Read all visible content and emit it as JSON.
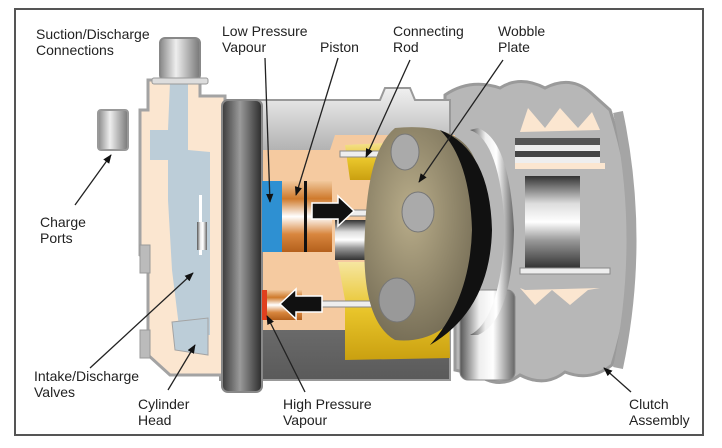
{
  "figure": {
    "title": "A/C Compressor Cutaway",
    "colors": {
      "border": "#555555",
      "housing_gray": "#b3b3b3",
      "housing_outline": "#9a9a9a",
      "casting_peach": "#f5caa0",
      "casting_light": "#fbe6d0",
      "refrigerant_blue_gray": "#bccdd8",
      "low_pressure_blue": "#2e90d2",
      "high_pressure_red": "#e0401e",
      "piston_copper": "#d8863e",
      "oil_yellow": "#e8c42a",
      "arrow_black": "#111111"
    },
    "labels": {
      "suction_discharge": [
        "Suction/Discharge",
        "Connections"
      ],
      "low_pressure": [
        "Low Pressure",
        "Vapour"
      ],
      "piston": [
        "Piston"
      ],
      "connecting_rod": [
        "Connecting",
        "Rod"
      ],
      "wobble_plate": [
        "Wobble",
        "Plate"
      ],
      "charge_ports": [
        "Charge",
        "Ports"
      ],
      "intake_discharge": [
        "Intake/Discharge",
        "Valves"
      ],
      "cylinder_head": [
        "Cylinder",
        "Head"
      ],
      "high_pressure": [
        "High Pressure",
        "Vapour"
      ],
      "clutch_assembly": [
        "Clutch",
        "Assembly"
      ]
    },
    "flow_arrows": [
      {
        "name": "intake-stroke",
        "direction": "right"
      },
      {
        "name": "compression-stroke",
        "direction": "left"
      }
    ]
  }
}
